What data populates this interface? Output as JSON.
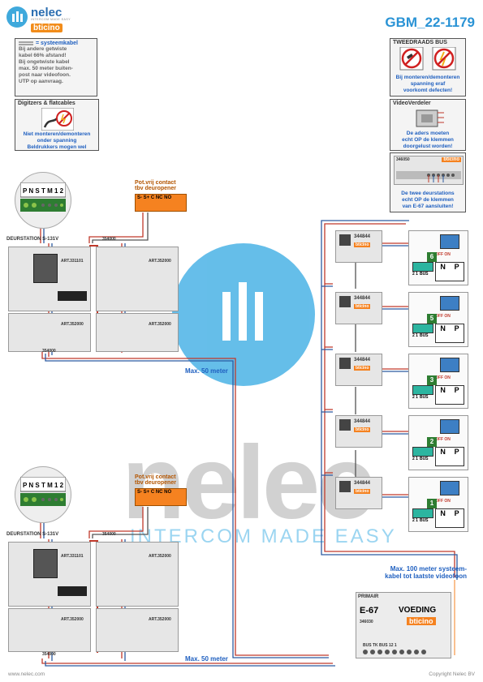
{
  "brand": {
    "name": "nelec",
    "tagline": "INTERCOM MADE EASY",
    "partner": "bticino"
  },
  "doc_code": "GBM_22-1179",
  "note_cable": {
    "legend": "= systeemkabel",
    "lines": [
      "Bij andere getwiste",
      "kabel 66% afstand!",
      "Bij ongetwiste kabel",
      "max. 50 meter buiten-",
      "post naar videofoon.",
      "UTP op aanvraag."
    ]
  },
  "note_digitizers": {
    "title": "Digitzers & flatcables",
    "lines": [
      "Niet monteren/demonteren",
      "onder spanning",
      "Beldrukkers mogen wel"
    ]
  },
  "note_bus": {
    "title": "TWEEDRAADS BUS",
    "lines": [
      "Bij monteren/demonteren",
      "spanning eraf",
      "voorkomt defecten!"
    ]
  },
  "note_videoverdeler": {
    "title": "VideoVerdeler",
    "lines": [
      "De aders moeten",
      "echt OP de klemmen",
      "doorgelust worden!"
    ]
  },
  "note_e67": {
    "lines": [
      "De twee deurstations",
      "echt OP de klemmen",
      "van E-67 aansluiten!"
    ]
  },
  "e67_small": {
    "code": "346050",
    "brand": "bticino"
  },
  "connector": {
    "terminals": [
      "P",
      "N",
      "S",
      "T",
      "M",
      "12"
    ]
  },
  "relay": {
    "title_lines": [
      "Pot.vrij contact",
      "tbv deuropener"
    ],
    "terminals": "S- S+ C NC NO"
  },
  "door_stations": [
    {
      "label": "DEURSTATION S-131V",
      "top_module": "354000",
      "bottom_module": "354000",
      "art_main": "ART.331101",
      "art_other": "ART.352000"
    },
    {
      "label": "DEURSTATION S-131V",
      "top_module": "354000",
      "bottom_module": "354000",
      "art_main": "ART.331101",
      "art_other": "ART.352000"
    }
  ],
  "max50_label": "Max. 50 meter",
  "max100_label": [
    "Max. 100 meter systeem-",
    "kabel tot laatste videofoon"
  ],
  "videofoons": [
    {
      "number": "6",
      "code": "344844",
      "brand": "bticino"
    },
    {
      "number": "5",
      "code": "344844",
      "brand": "bticino"
    },
    {
      "number": "3",
      "code": "344844",
      "brand": "bticino"
    },
    {
      "number": "2",
      "code": "344844",
      "brand": "bticino"
    },
    {
      "number": "1",
      "code": "344844",
      "brand": "bticino"
    }
  ],
  "videofoon_terms": {
    "bus": "BUS",
    "nums": "2 1",
    "off_on": "OFF ON",
    "n": "N",
    "p": "P"
  },
  "power": {
    "primair": "PRIMAIR",
    "model": "E-67",
    "type": "VOEDING",
    "code": "346030",
    "brand": "bticino",
    "terms": "BUS TK BUS 12 1"
  },
  "footer": {
    "left": "www.nelec.com",
    "right": "Copyright Nelec BV"
  },
  "colors": {
    "accent": "#2a93d5",
    "orange": "#f58220",
    "bus_red": "#c0392b",
    "bus_blue": "#2c5aa0"
  }
}
